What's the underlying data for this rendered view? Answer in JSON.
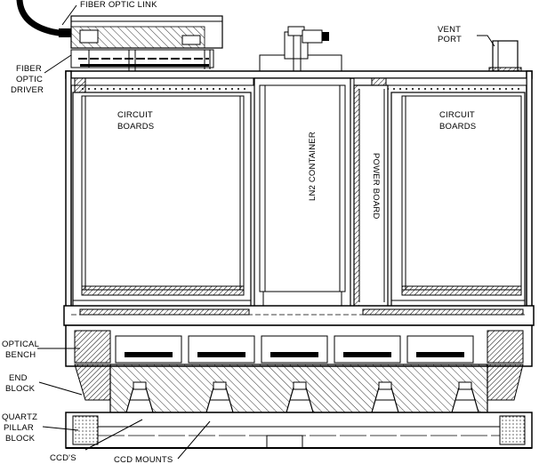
{
  "labels": {
    "fiber_optic_link": "FIBER OPTIC LINK",
    "vent": "VENT",
    "port": "PORT",
    "fiber": "FIBER",
    "optic": "OPTIC",
    "driver": "DRIVER",
    "circuit_left_1": "CIRCUIT",
    "circuit_left_2": "BOARDS",
    "circuit_right_1": "CIRCUIT",
    "circuit_right_2": "BOARDS",
    "ln2_container": "LN2 CONTAINER",
    "power_board": "POWER BOARD",
    "optical": "OPTICAL",
    "bench": "BENCH",
    "end": "END",
    "block_end": "BLOCK",
    "quartz": "QUARTZ",
    "pillar": "PILLAR",
    "block_pillar": "BLOCK",
    "ccds": "CCD'S",
    "ccd_mounts": "CCD MOUNTS"
  },
  "colors": {
    "line": "#000000",
    "background": "#ffffff",
    "hatch": "#000000"
  }
}
